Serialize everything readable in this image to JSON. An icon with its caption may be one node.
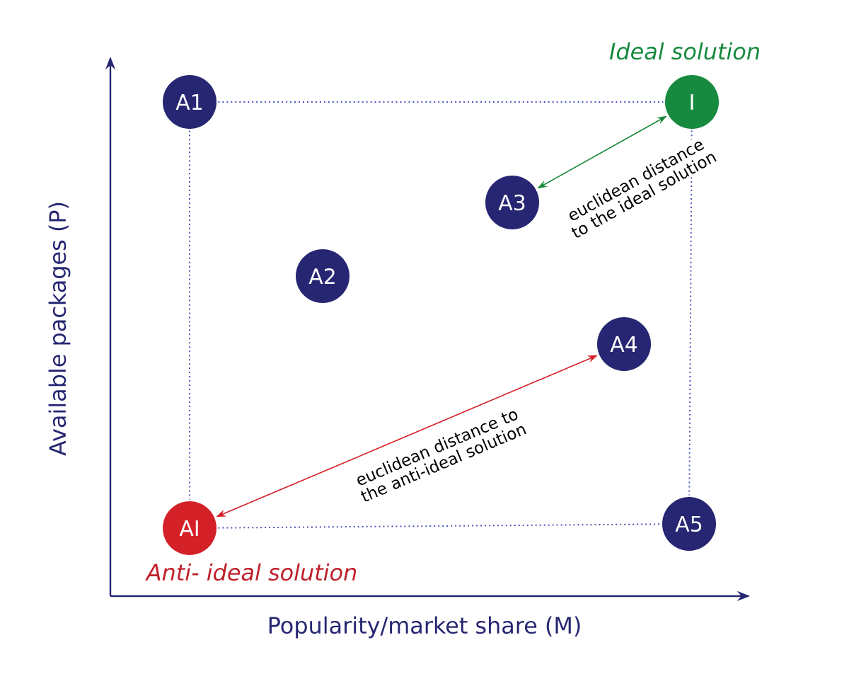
{
  "diagram": {
    "nodes": [
      {
        "text": [
          "A1"
        ]
      },
      {
        "text": [
          "I"
        ],
        "beside": [
          "Ideal solution"
        ]
      },
      {
        "text": [
          "A3"
        ]
      },
      {
        "text": [
          "A2"
        ]
      },
      {
        "text": [
          "A4"
        ]
      },
      {
        "text": [
          "AI"
        ],
        "beside": [
          "Anti- ideal solution"
        ]
      },
      {
        "text": [
          "A5"
        ]
      }
    ],
    "edges": [
      {
        "from": 0,
        "to": 1,
        "arrow": "none",
        "style": "dashed",
        "color": "#4a56b8"
      },
      {
        "from": 0,
        "to": 5,
        "arrow": "none",
        "style": "dashed",
        "color": "#4a56b8"
      },
      {
        "from": 1,
        "to": 6,
        "arrow": "none",
        "style": "dashed",
        "color": "#4a56b8"
      },
      {
        "from": 5,
        "to": 6,
        "arrow": "none",
        "style": "dashed",
        "color": "#4a56b8"
      },
      {
        "from": 2,
        "to": 1,
        "arrow": "both",
        "label": "euclidean distance to the ideal solution",
        "color": "#1a8a3c"
      },
      {
        "from": 5,
        "to": 4,
        "arrow": "both",
        "label": "euclidean distance to the anti-ideal solution",
        "color": "#d42027"
      }
    ],
    "labels": [
      "Available packages (P)",
      "Popularity/market share (M)"
    ]
  }
}
